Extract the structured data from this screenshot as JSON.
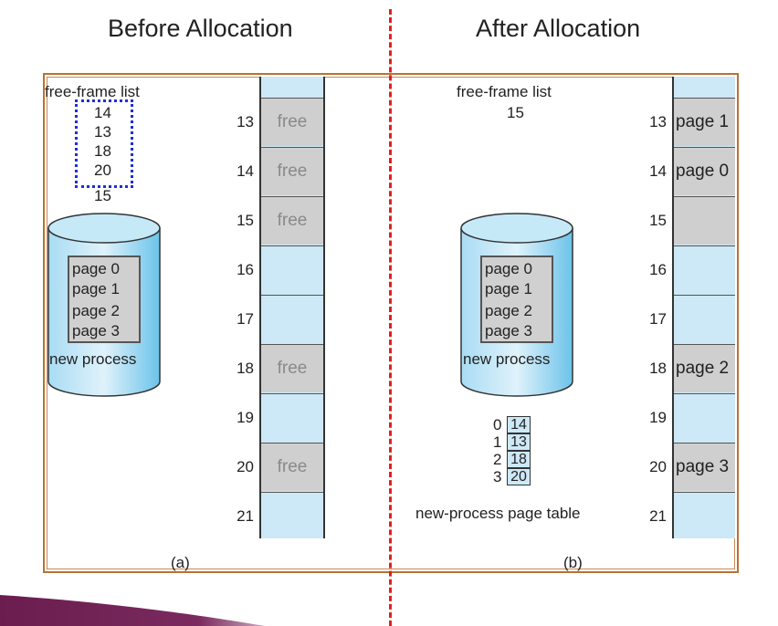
{
  "headings": {
    "before": "Before Allocation",
    "after": "After Allocation"
  },
  "left": {
    "free_frame_list_label": "free-frame list",
    "free_frames": [
      "14",
      "13",
      "18",
      "20",
      "15"
    ],
    "disk_pages": [
      "page 0",
      "page 1",
      "page 2",
      "page 3"
    ],
    "disk_label": "new process",
    "caption": "(a)",
    "frame_numbers": [
      "13",
      "14",
      "15",
      "16",
      "17",
      "18",
      "19",
      "20",
      "21"
    ],
    "frame_contents": [
      "free",
      "free",
      "free",
      "",
      "",
      "free",
      "",
      "free",
      ""
    ]
  },
  "right": {
    "free_frame_list_label": "free-frame list",
    "free_frames": [
      "15"
    ],
    "disk_pages": [
      "page 0",
      "page 1",
      "page 2",
      "page 3"
    ],
    "disk_label": "new process",
    "page_table": {
      "indices": [
        "0",
        "1",
        "2",
        "3"
      ],
      "frames": [
        "14",
        "13",
        "18",
        "20"
      ],
      "label": "new-process page table"
    },
    "caption": "(b)",
    "frame_numbers": [
      "13",
      "14",
      "15",
      "16",
      "17",
      "18",
      "19",
      "20",
      "21"
    ],
    "frame_contents": [
      "page 1",
      "page 0",
      "",
      "",
      "",
      "page 2",
      "",
      "page 3",
      ""
    ]
  },
  "colors": {
    "frame_border": "#b87333",
    "divider": "#e02020",
    "memory_blue": "#cde8f6",
    "allocated_gray": "#cfcfcf",
    "dotted_box": "#1d2fd6",
    "accent_bar": "#6b1d4f"
  }
}
